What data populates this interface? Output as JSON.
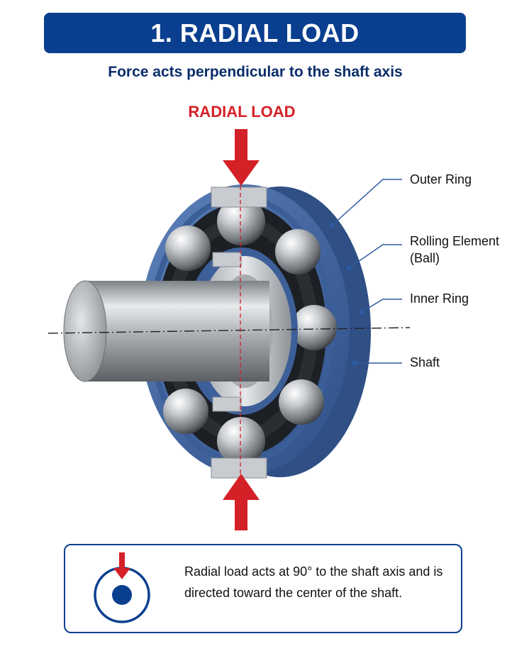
{
  "title": "1. RADIAL LOAD",
  "subtitle": "Force acts perpendicular to the shaft axis",
  "load_label": "RADIAL LOAD",
  "callouts": {
    "outer_ring": "Outer Ring",
    "rolling_element_line1": "Rolling Element",
    "rolling_element_line2": "(Ball)",
    "inner_ring": "Inner Ring",
    "shaft": "Shaft"
  },
  "note": "Radial load acts at 90° to the shaft axis and is directed toward the center of the shaft.",
  "colors": {
    "banner": "#0a3f8f",
    "load_arrow": "#d42027",
    "bearing_blue": "#4a6fa8",
    "title_text": "#0b2d6b"
  },
  "icons": [
    "load-arrow-icon",
    "shaft-cross-section-icon"
  ]
}
